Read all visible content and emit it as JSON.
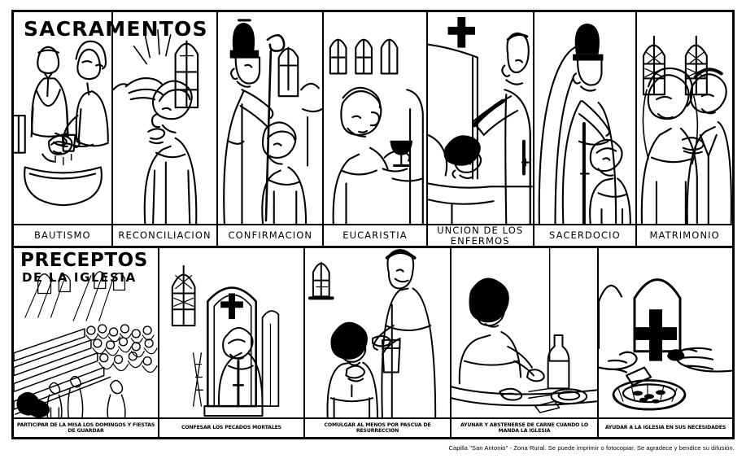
{
  "poster": {
    "title_sacramentos": "SACRAMENTOS",
    "title_preceptos_line1": "PRECEPTOS",
    "title_preceptos_line2": "DE LA IGLESIA",
    "credit": "Capilla \"San Antonio\" - Zona Rural. Se puede imprimir o fotocopiar. Se agradece y bendice su difusión."
  },
  "sacramentos": [
    {
      "label": "BAUTISMO",
      "scene": "baptism-font-parents-baby"
    },
    {
      "label": "RECONCILIACION",
      "scene": "priest-hand-on-penitent-head"
    },
    {
      "label": "CONFIRMACION",
      "scene": "bishop-crosier-anointing-youth"
    },
    {
      "label": "EUCARISTIA",
      "scene": "communion-chalice-host"
    },
    {
      "label": "UNCION DE LOS ENFERMOS",
      "scene": "priest-anointing-sick-in-bed"
    },
    {
      "label": "SACERDOCIO",
      "scene": "bishop-ordaining-kneeling-man"
    },
    {
      "label": "MATRIMONIO",
      "scene": "bride-and-groom-at-altar"
    }
  ],
  "preceptos": [
    {
      "label": "PARTICIPAR DE LA MISA LOS DOMINGOS Y FIESTAS DE GUARDAR",
      "scene": "congregation-in-pews-at-mass"
    },
    {
      "label": "CONFESAR LOS PECADOS MORTALES",
      "scene": "priest-in-confessional"
    },
    {
      "label": "COMULGAR AL MENOS POR PASCUA DE RESURRECCION",
      "scene": "boy-receiving-communion"
    },
    {
      "label": "AYUNAR Y ABSTENERSE DE CARNE CUANDO LO MANDA LA IGLESIA",
      "scene": "person-at-table-fasting"
    },
    {
      "label": "AYUDAR A LA IGLESIA EN SUS NECESIDADES",
      "scene": "hands-giving-offering-basket"
    }
  ],
  "colors": {
    "ink": "#000000",
    "paper": "#ffffff"
  }
}
